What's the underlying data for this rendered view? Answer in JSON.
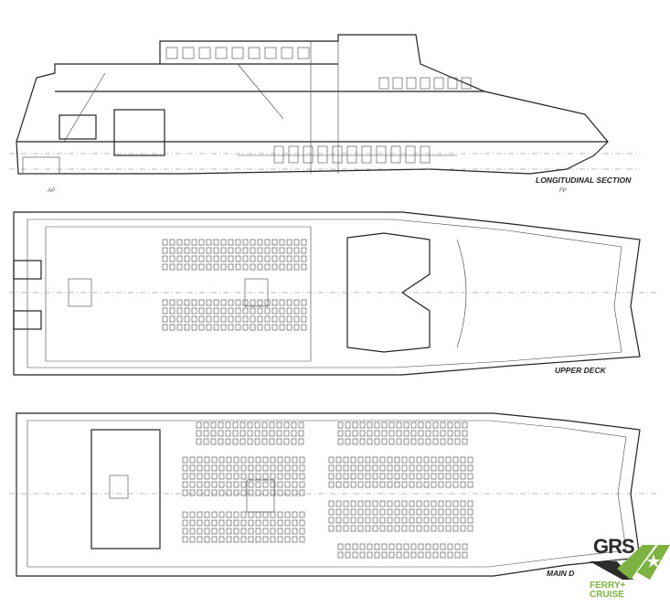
{
  "labels": {
    "longitudinal": "LONGITUDINAL SECTION",
    "upper": "UPPER DECK",
    "main": "MAIN D",
    "ap": "AP",
    "fp": "FP"
  },
  "logo": {
    "name": "GRS",
    "line1": "FERRY+",
    "line2": "CRUISE",
    "green": "#7cb342",
    "dark": "#2b2b2b"
  }
}
